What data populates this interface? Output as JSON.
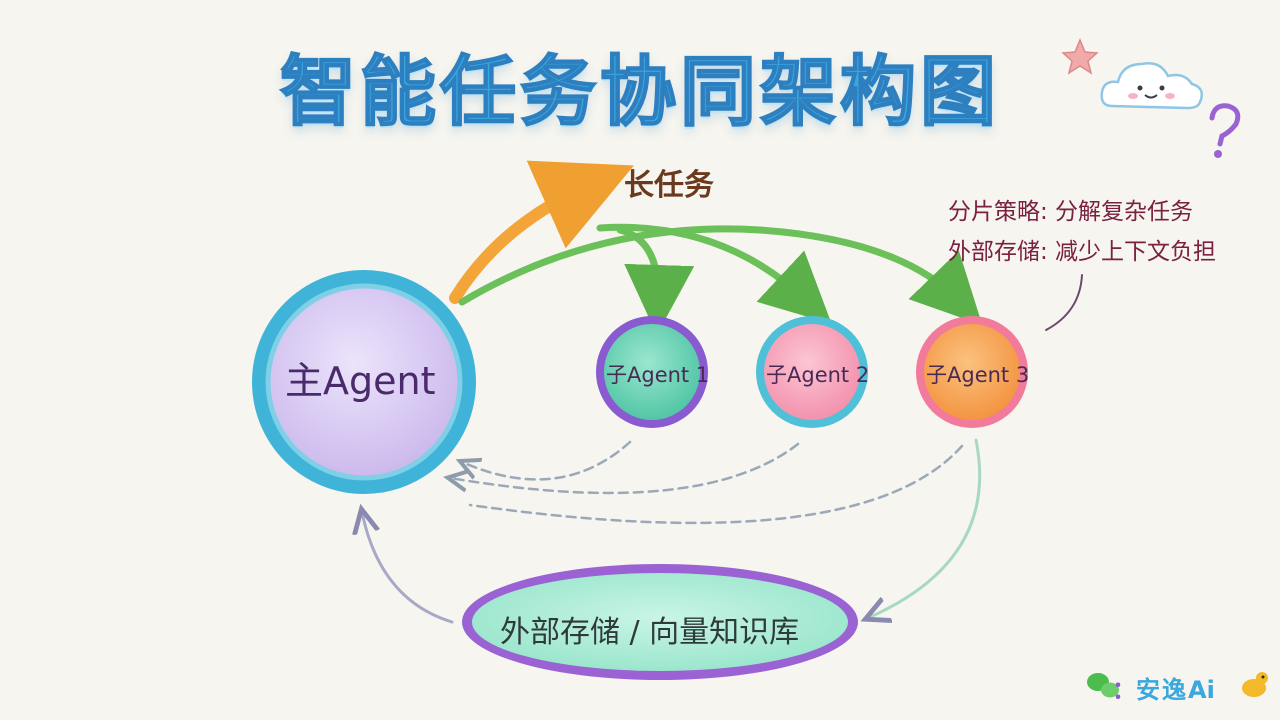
{
  "title": "智能任务协同架构图",
  "main_agent": "主Agent",
  "sub_agents": [
    "子Agent 1",
    "子Agent 2",
    "子Agent 3"
  ],
  "long_task": "长任务",
  "notes": [
    "分片策略: 分解复杂任务",
    "外部存储: 减少上下文负担"
  ],
  "storage": "外部存储 / 向量知识库",
  "brand": {
    "prefix": "：",
    "name": "安逸",
    "ai": "Ai"
  },
  "colors": {
    "title": "#3aa7df",
    "main_fill": "#d7c8f0",
    "main_ring": "#3fb6d6",
    "sub1_fill": "#6fd4b8",
    "sub1_ring": "#8a5ad0",
    "sub2_fill": "#f7a9bf",
    "sub2_ring": "#4ec0d8",
    "sub3_fill": "#f7a55a",
    "sub3_ring": "#f27a9a",
    "storage_fill": "#a6ecd4",
    "storage_ring": "#9a62d2",
    "long_arrow": "#f3a53a",
    "split_arrow": "#6cc05a",
    "return_dashed": "#9aa8b8"
  }
}
